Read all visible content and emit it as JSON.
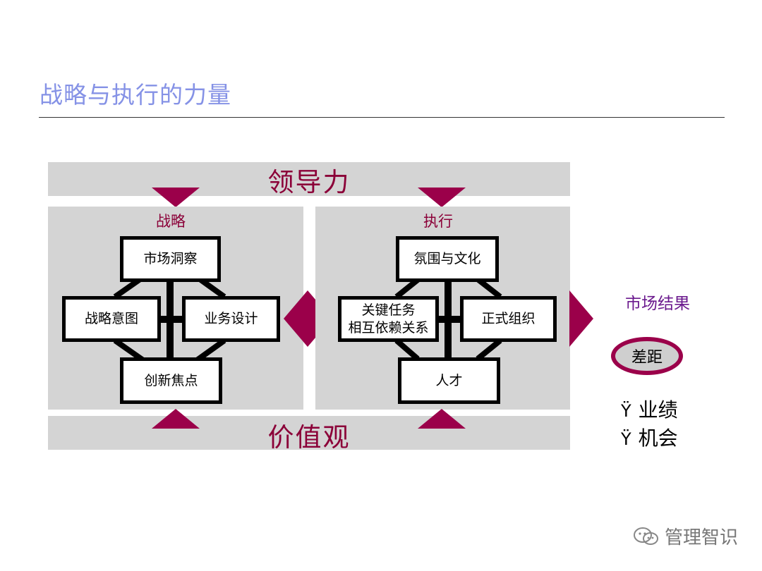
{
  "title": "战略与执行的力量",
  "leadership": "领导力",
  "values": "价值观",
  "strategy": {
    "title": "战略",
    "top": "市场洞察",
    "left": "战略意图",
    "right": "业务设计",
    "bottom": "创新焦点"
  },
  "execution": {
    "title": "执行",
    "top": "氛围与文化",
    "left_line1": "关键任务",
    "left_line2": "相互依赖关系",
    "right": "正式组织",
    "bottom": "人才"
  },
  "result": {
    "label": "市场结果",
    "gap": "差距",
    "bullet_mark": "Ÿ",
    "bullets": [
      "业绩",
      "机会"
    ]
  },
  "watermark": "管理智识",
  "colors": {
    "accent": "#9b004a",
    "label": "#8b0038",
    "title": "#8592e6",
    "result": "#6b1a8e",
    "panel": "#d4d4d4"
  }
}
